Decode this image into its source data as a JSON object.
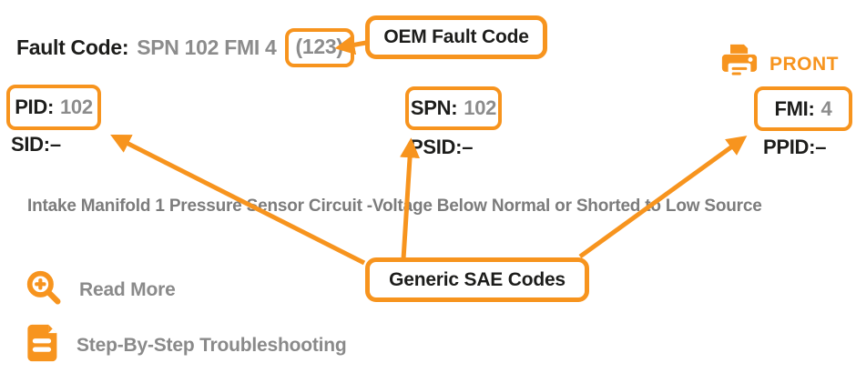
{
  "colors": {
    "accent_orange": "#f7941e",
    "text_black": "#1d1d1b",
    "value_gray": "#8c8c8c",
    "description_gray": "#7c7c7c"
  },
  "fault_code_bar": {
    "label": "Fault Code:",
    "value": "SPN 102 FMI 4",
    "oem_code": "(123)"
  },
  "callouts": {
    "oem": "OEM Fault Code",
    "sae": "Generic SAE Codes"
  },
  "codes": {
    "pid": {
      "label": "PID:",
      "value": "102"
    },
    "sid": {
      "label": "SID:",
      "value": "–"
    },
    "spn": {
      "label": "SPN:",
      "value": "102"
    },
    "psid": {
      "label": "PSID:",
      "value": "–"
    },
    "fmi": {
      "label": "FMI:",
      "value": "4"
    },
    "ppid": {
      "label": "PPID:",
      "value": "–"
    }
  },
  "print": {
    "label": "PRONT",
    "icon": "printer-icon"
  },
  "description": "Intake Manifold 1 Pressure Sensor Circuit -Voltage Below Normal or Shorted to Low Source",
  "actions": [
    {
      "label": "Read More",
      "icon": "zoom-plus-icon"
    },
    {
      "label": "Step-By-Step Troubleshooting",
      "icon": "document-icon"
    }
  ]
}
